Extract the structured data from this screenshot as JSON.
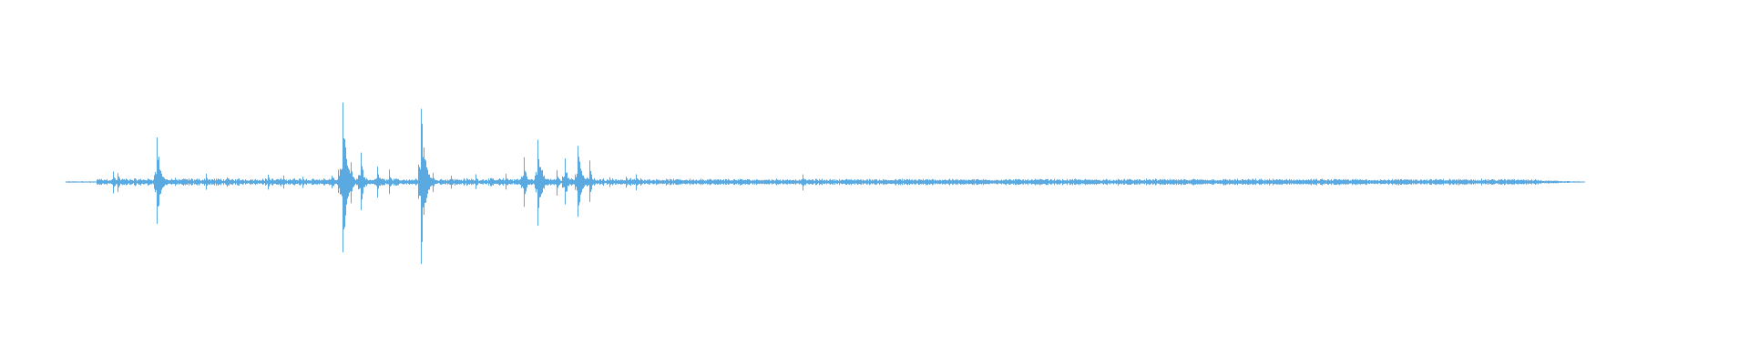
{
  "chart_data": {
    "type": "area",
    "title": "",
    "xlabel": "",
    "ylabel": "",
    "xlim": [
      0,
      1
    ],
    "ylim": [
      -1,
      1
    ],
    "grid": false,
    "axes_visible": false,
    "color": "#5aa9e0",
    "series": [
      {
        "bursts": [
          {
            "t": 0.0311,
            "a": 0.14
          },
          {
            "t": 0.0341,
            "a": 0.12
          },
          {
            "t": 0.0598,
            "a": 0.55
          },
          {
            "t": 0.0923,
            "a": 0.1
          },
          {
            "t": 0.1063,
            "a": 0.06
          },
          {
            "t": 0.133,
            "a": 0.1
          },
          {
            "t": 0.1433,
            "a": 0.08
          },
          {
            "t": 0.1558,
            "a": 0.07
          },
          {
            "t": 0.175,
            "a": 0.08
          },
          {
            "t": 0.1791,
            "a": 0.15
          },
          {
            "t": 0.182,
            "a": 0.95
          },
          {
            "t": 0.1875,
            "a": 0.26
          },
          {
            "t": 0.1945,
            "a": 0.38
          },
          {
            "t": 0.2053,
            "a": 0.2
          },
          {
            "t": 0.2126,
            "a": 0.16
          },
          {
            "t": 0.234,
            "a": 0.95
          },
          {
            "t": 0.2418,
            "a": 0.12
          },
          {
            "t": 0.2533,
            "a": 0.08
          },
          {
            "t": 0.2695,
            "a": 0.09
          },
          {
            "t": 0.2895,
            "a": 0.1
          },
          {
            "t": 0.3015,
            "a": 0.3
          },
          {
            "t": 0.3107,
            "a": 0.52
          },
          {
            "t": 0.323,
            "a": 0.16
          },
          {
            "t": 0.3287,
            "a": 0.3
          },
          {
            "t": 0.337,
            "a": 0.45
          },
          {
            "t": 0.3446,
            "a": 0.25
          },
          {
            "t": 0.358,
            "a": 0.06
          },
          {
            "t": 0.3686,
            "a": 0.07
          },
          {
            "t": 0.3754,
            "a": 0.1
          },
          {
            "t": 0.4176,
            "a": 0.04
          },
          {
            "t": 0.485,
            "a": 0.1
          },
          {
            "t": 0.5815,
            "a": 0.04
          }
        ]
      }
    ]
  }
}
